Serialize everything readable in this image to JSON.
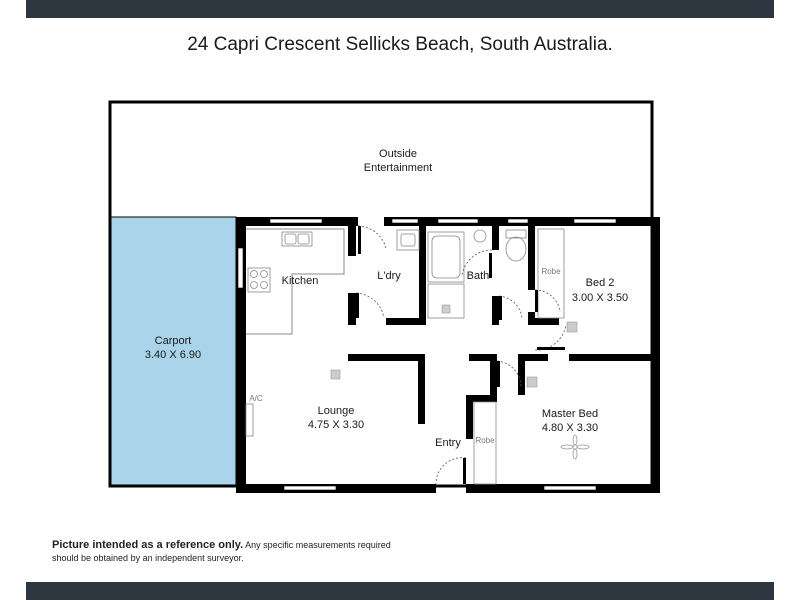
{
  "header": {
    "title": "24 Capri Crescent Sellicks Beach, South Australia."
  },
  "plan": {
    "rooms": {
      "outside_line1": "Outside",
      "outside_line2": "Entertainment",
      "carport_name": "Carport",
      "carport_dims": "3.40 X 6.90",
      "kitchen": "Kitchen",
      "laundry": "L'dry",
      "bath": "Bath",
      "bed2_name": "Bed 2",
      "bed2_dims": "3.00 X 3.50",
      "robe_bed2": "Robe",
      "lounge_name": "Lounge",
      "lounge_dims": "4.75 X 3.30",
      "master_name": "Master Bed",
      "master_dims": "4.80 X 3.30",
      "robe_master": "Robe",
      "entry": "Entry",
      "ac": "A/C"
    },
    "colors": {
      "carport_fill": "#a9d4ea",
      "wall": "#000000"
    }
  },
  "footer": {
    "disclaimer_bold": "Picture intended as a reference only.",
    "disclaimer_rest": "Any specific measurements required should be obtained by an independent surveyor."
  }
}
